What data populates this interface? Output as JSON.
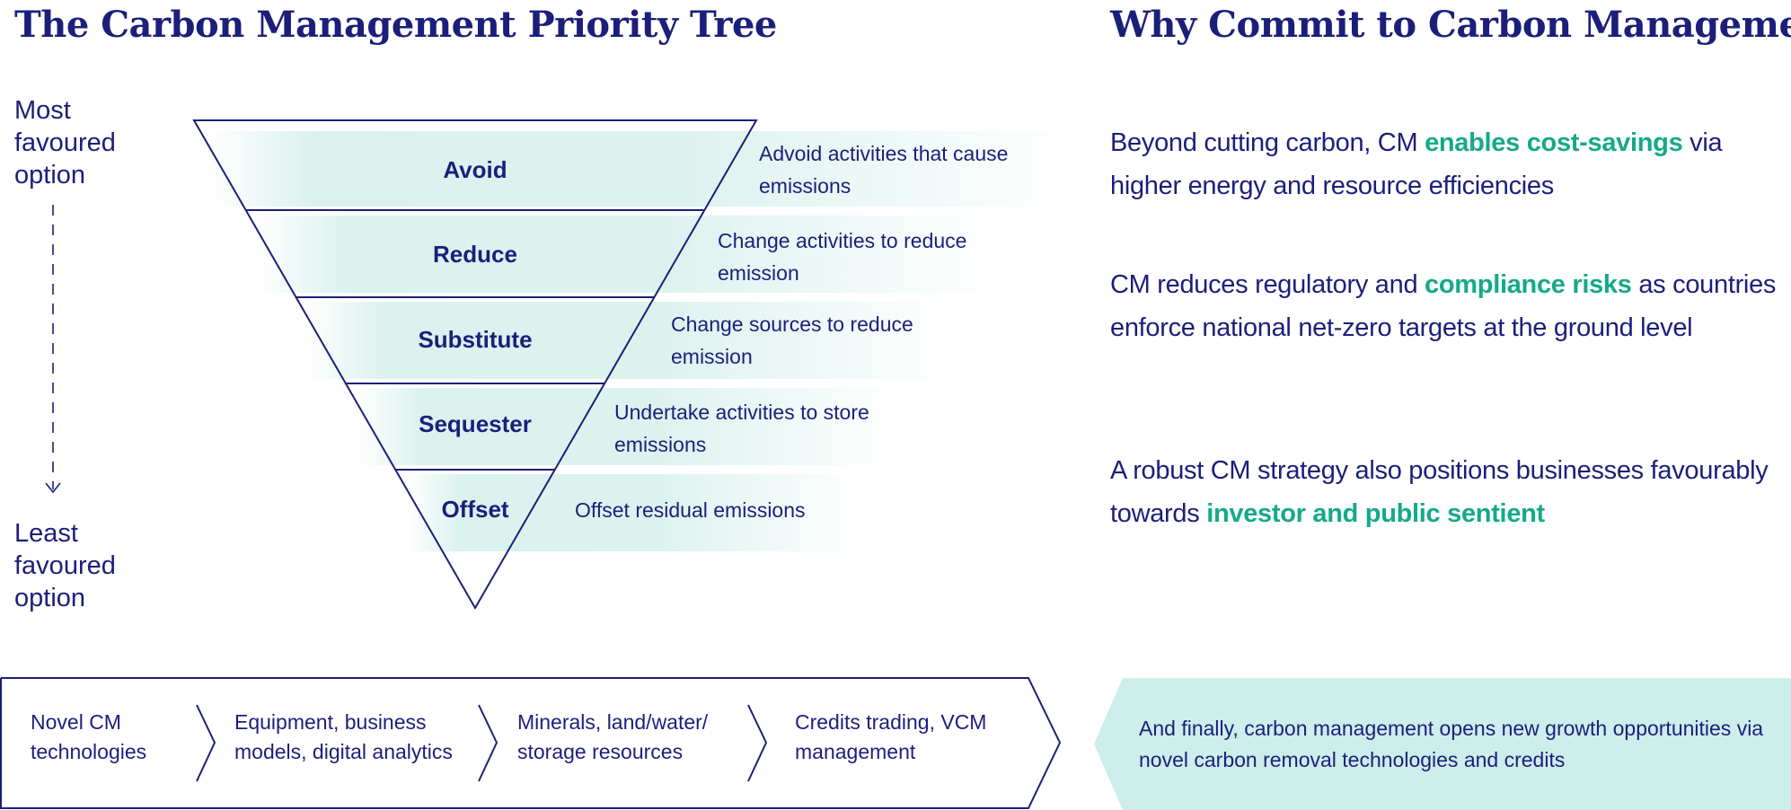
{
  "left_title": "The Carbon Management Priority Tree",
  "right_title": "Why Commit to Carbon Management?",
  "most_label": [
    "Most",
    "favoured",
    "option"
  ],
  "least_label": [
    "Least",
    "favoured",
    "option"
  ],
  "levels": [
    {
      "name": "Avoid",
      "desc": "Advoid activities that cause emissions"
    },
    {
      "name": "Reduce",
      "desc": "Change activities to reduce emission"
    },
    {
      "name": "Substitute",
      "desc": "Change sources to reduce emission"
    },
    {
      "name": "Sequester",
      "desc": "Undertake activities to store emissions"
    },
    {
      "name": "Offset",
      "desc": "Offset residual emissions"
    }
  ],
  "why": [
    {
      "pre": "Beyond cutting carbon, CM ",
      "hl": "enables cost-savings",
      "post": " via higher energy and resource efficiencies"
    },
    {
      "pre": "CM reduces regulatory and ",
      "hl": "compliance risks",
      "post": " as countries enforce national net-zero targets at the ground level"
    },
    {
      "pre": "A robust CM strategy also positions businesses favourably towards ",
      "hl": "investor and public sentient",
      "post": ""
    }
  ],
  "value_chain": [
    "Novel CM technologies",
    "Equipment, business models, digital analytics",
    "Minerals, land/water/ storage resources",
    "Credits trading, VCM management"
  ],
  "final_text": "And finally, carbon management opens new growth opportunities via novel carbon removal technologies and credits",
  "colors": {
    "navy": "#1b1f7a",
    "teal_highlight": "#14a98a",
    "band": "#d6f0ec",
    "final_box": "#cdeeea"
  }
}
